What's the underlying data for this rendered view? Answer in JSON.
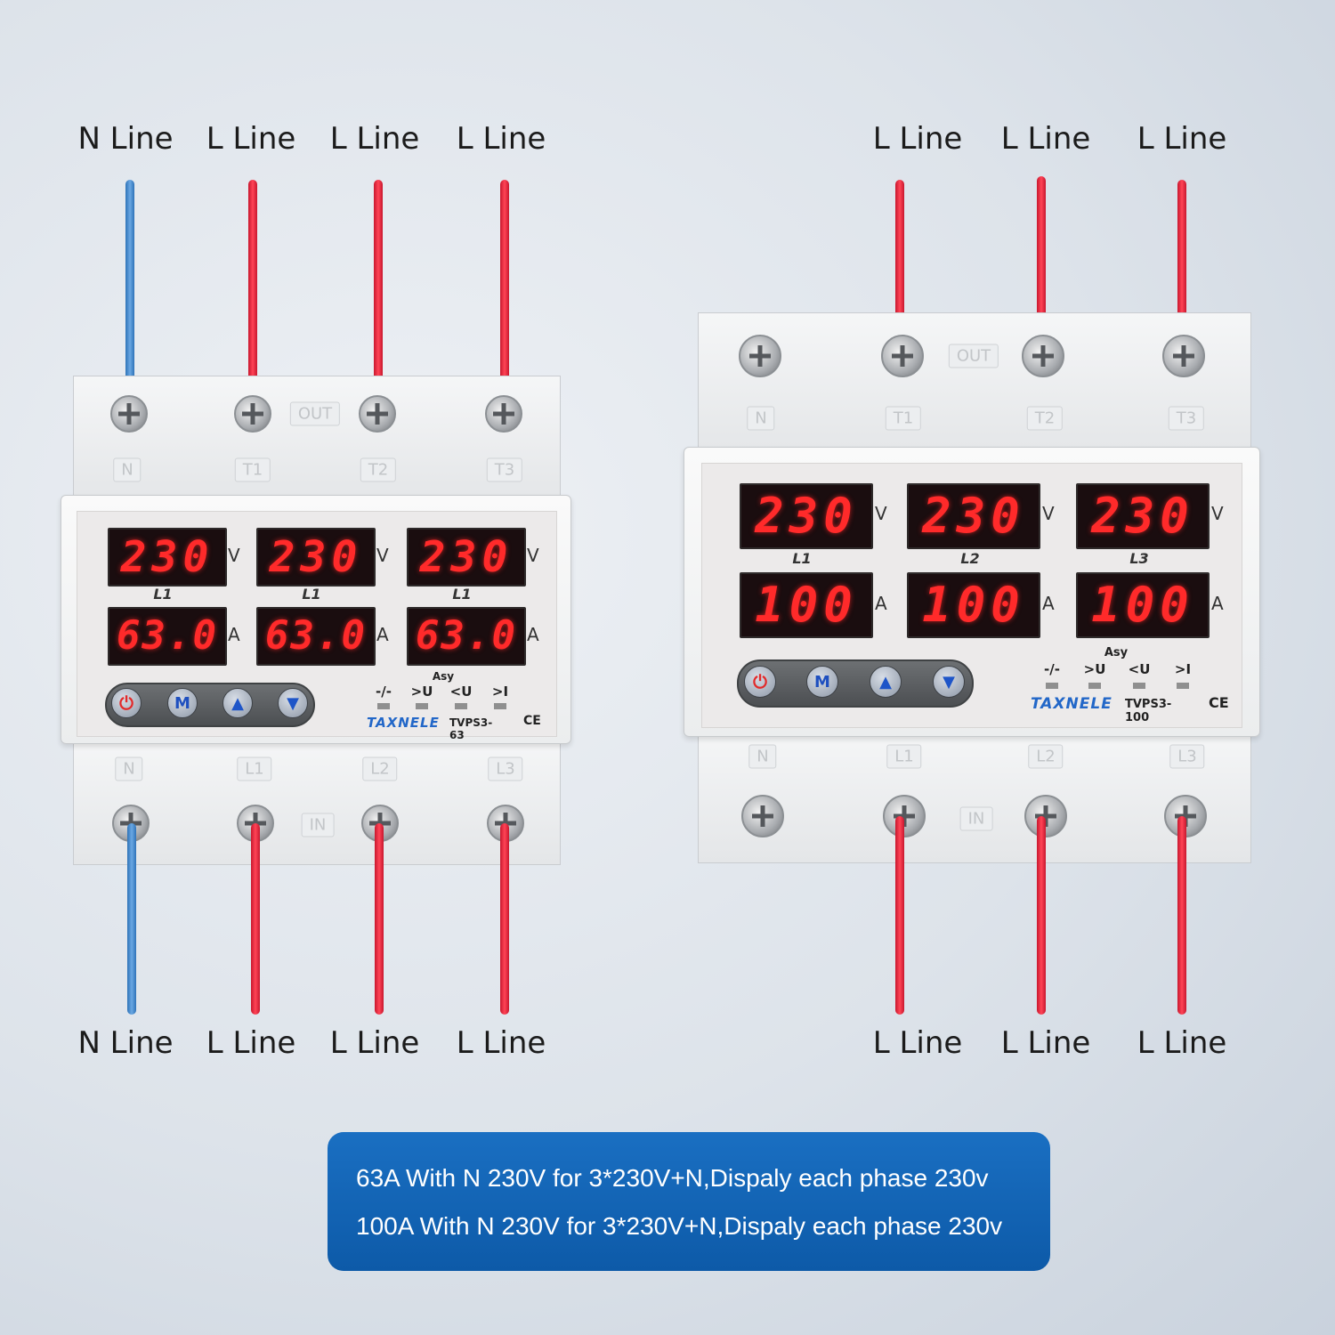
{
  "left_device": {
    "top_labels": [
      "N Line",
      "L Line",
      "L Line",
      "L Line"
    ],
    "bottom_labels": [
      "N Line",
      "L Line",
      "L Line",
      "L Line"
    ],
    "top_terminals": [
      "N",
      "T1",
      "T2",
      "T3"
    ],
    "bottom_terminals": [
      "N",
      "L1",
      "L2",
      "L3"
    ],
    "out_tag": "OUT",
    "in_tag": "IN",
    "voltage_readings": [
      "230",
      "230",
      "230"
    ],
    "current_readings": [
      "63.0",
      "63.0",
      "63.0"
    ],
    "voltage_unit": "V",
    "current_unit": "A",
    "phase_labels": [
      "L1",
      "L1",
      "L1"
    ],
    "buttons": [
      "power",
      "M",
      "up",
      "down"
    ],
    "button_M": "M",
    "asy_label": "Asy",
    "indicators": [
      "-/-",
      ">U",
      "<U",
      ">I"
    ],
    "brand": "TAXNELE",
    "model": "TVPS3-63",
    "ce": "CE"
  },
  "right_device": {
    "top_labels": [
      "L Line",
      "L Line",
      "L Line"
    ],
    "bottom_labels": [
      "L Line",
      "L Line",
      "L Line"
    ],
    "top_terminals": [
      "N",
      "T1",
      "T2",
      "T3"
    ],
    "bottom_terminals": [
      "N",
      "L1",
      "L2",
      "L3"
    ],
    "out_tag": "OUT",
    "in_tag": "IN",
    "voltage_readings": [
      "230",
      "230",
      "230"
    ],
    "current_readings": [
      "100",
      "100",
      "100"
    ],
    "voltage_unit": "V",
    "current_unit": "A",
    "phase_labels": [
      "L1",
      "L2",
      "L3"
    ],
    "buttons": [
      "power",
      "M",
      "up",
      "down"
    ],
    "button_M": "M",
    "asy_label": "Asy",
    "indicators": [
      "-/-",
      ">U",
      "<U",
      ">I"
    ],
    "brand": "TAXNELE",
    "model": "TVPS3-100",
    "ce": "CE"
  },
  "caption": {
    "line1": "63A With N 230V for 3*230V+N,Dispaly each phase 230v",
    "line2": "100A With N 230V for 3*230V+N,Dispaly each phase 230v"
  },
  "colors": {
    "live_wire": "#e8283c",
    "neutral_wire": "#4a8fd4",
    "caption_bg": "#1565b8",
    "display_digits": "#ff2a2a",
    "brand_blue": "#2267c8"
  },
  "icons": {
    "power": "power-icon",
    "up": "triangle-up-icon",
    "down": "triangle-down-icon"
  }
}
